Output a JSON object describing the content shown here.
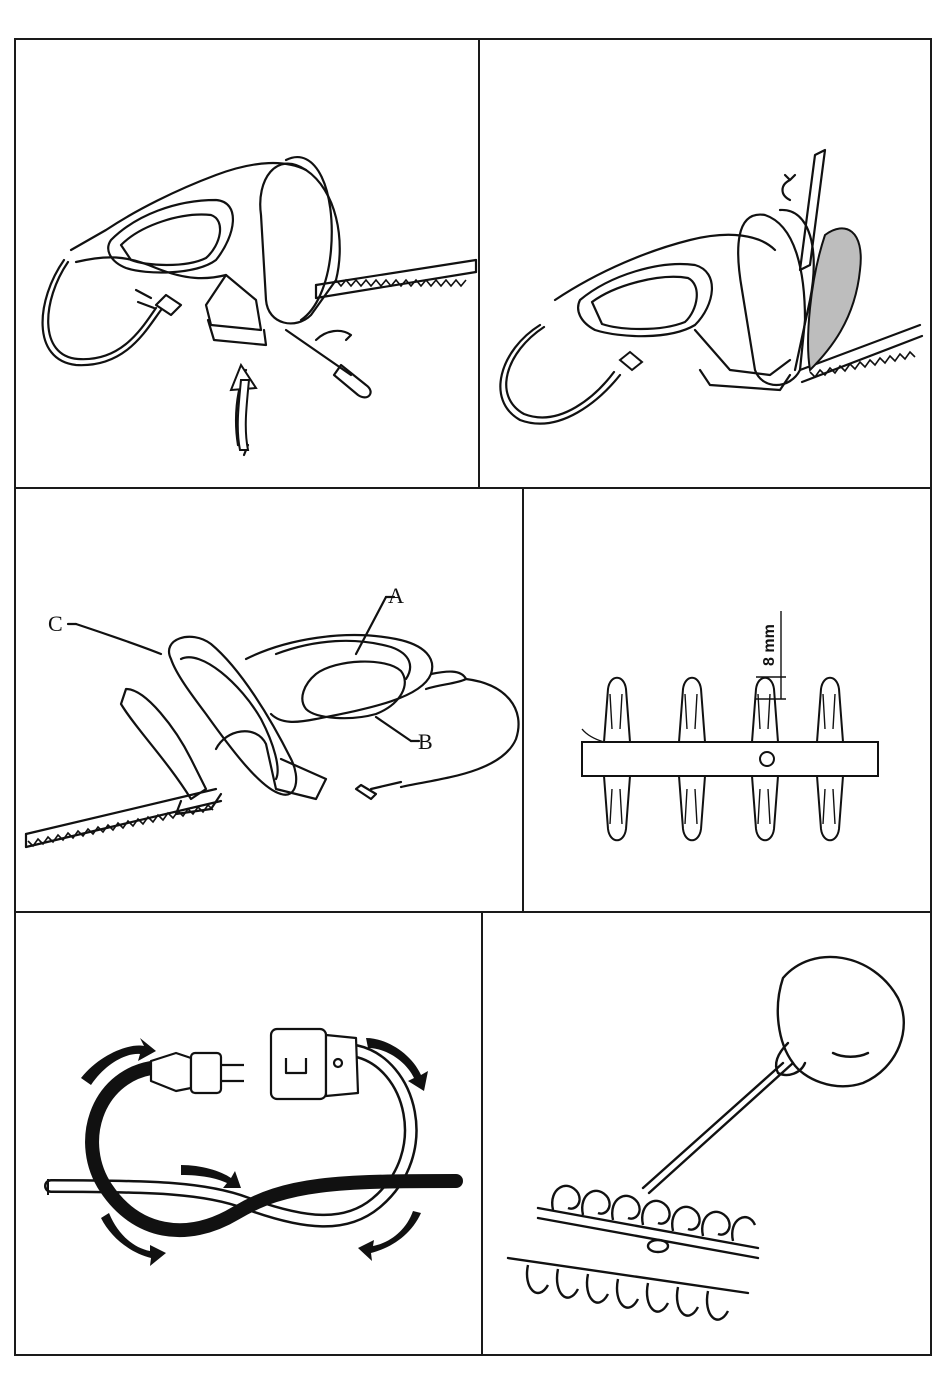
{
  "callouts": {
    "a": "A",
    "b": "B",
    "c": "C"
  },
  "blade_diagram": {
    "gap_label": "8 mm"
  }
}
